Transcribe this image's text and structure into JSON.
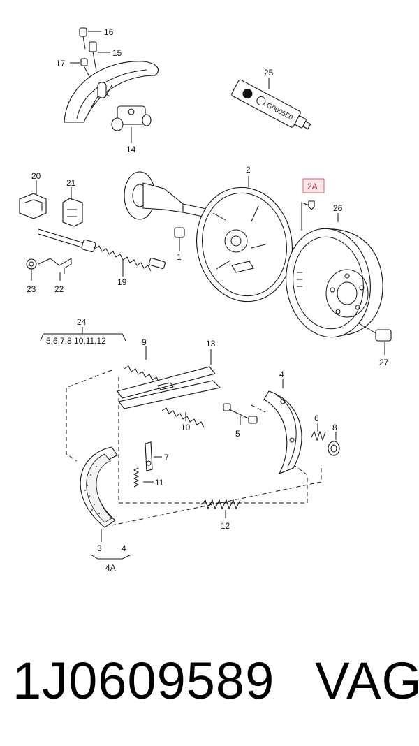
{
  "callouts": {
    "c1": "1",
    "c2": "2",
    "c2a": "2A",
    "c3": "3",
    "c4": "4",
    "c4b": "4",
    "c4a": "4A",
    "c5": "5",
    "c6": "6",
    "c7": "7",
    "c8": "8",
    "c9": "9",
    "c10": "10",
    "c11": "11",
    "c12": "12",
    "c13": "13",
    "c14": "14",
    "c15": "15",
    "c16": "16",
    "c17": "17",
    "c19": "19",
    "c20": "20",
    "c21": "21",
    "c22": "22",
    "c23": "23",
    "c24": "24",
    "c24_sub": "5,6,7,8,10,11,12",
    "c25": "25",
    "c26": "26",
    "c27": "27"
  },
  "tube_text": "G000550",
  "highlight_color": "#e05a6a",
  "footer": {
    "part_number": "1J0609589",
    "brand": "VAG"
  }
}
